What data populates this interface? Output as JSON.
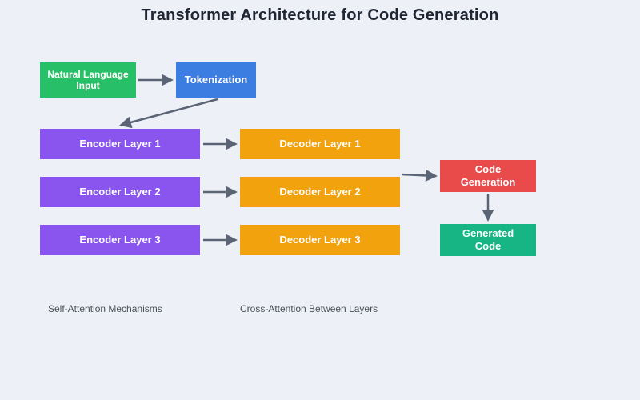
{
  "title": "Transformer Architecture for Code Generation",
  "nodes": {
    "natural_language_input": "Natural Language Input",
    "tokenization": "Tokenization",
    "encoder_1": "Encoder Layer 1",
    "encoder_2": "Encoder Layer 2",
    "encoder_3": "Encoder Layer 3",
    "decoder_1": "Decoder Layer 1",
    "decoder_2": "Decoder Layer 2",
    "decoder_3": "Decoder Layer 3",
    "code_generation": "Code Generation",
    "generated_code": "Generated Code"
  },
  "annotations": {
    "self_attention": "Self-Attention Mechanisms",
    "cross_attention": "Cross-Attention Between Layers"
  },
  "colors": {
    "background": "#edf0f7",
    "input_green": "#27bf68",
    "tokenization_blue": "#3b7de0",
    "encoder_purple": "#8a55ee",
    "decoder_orange": "#f2a20d",
    "code_generation_red": "#e94b4b",
    "generated_code_teal": "#17b584",
    "arrow_gray": "#5a6474",
    "title_text": "#1f2633"
  }
}
